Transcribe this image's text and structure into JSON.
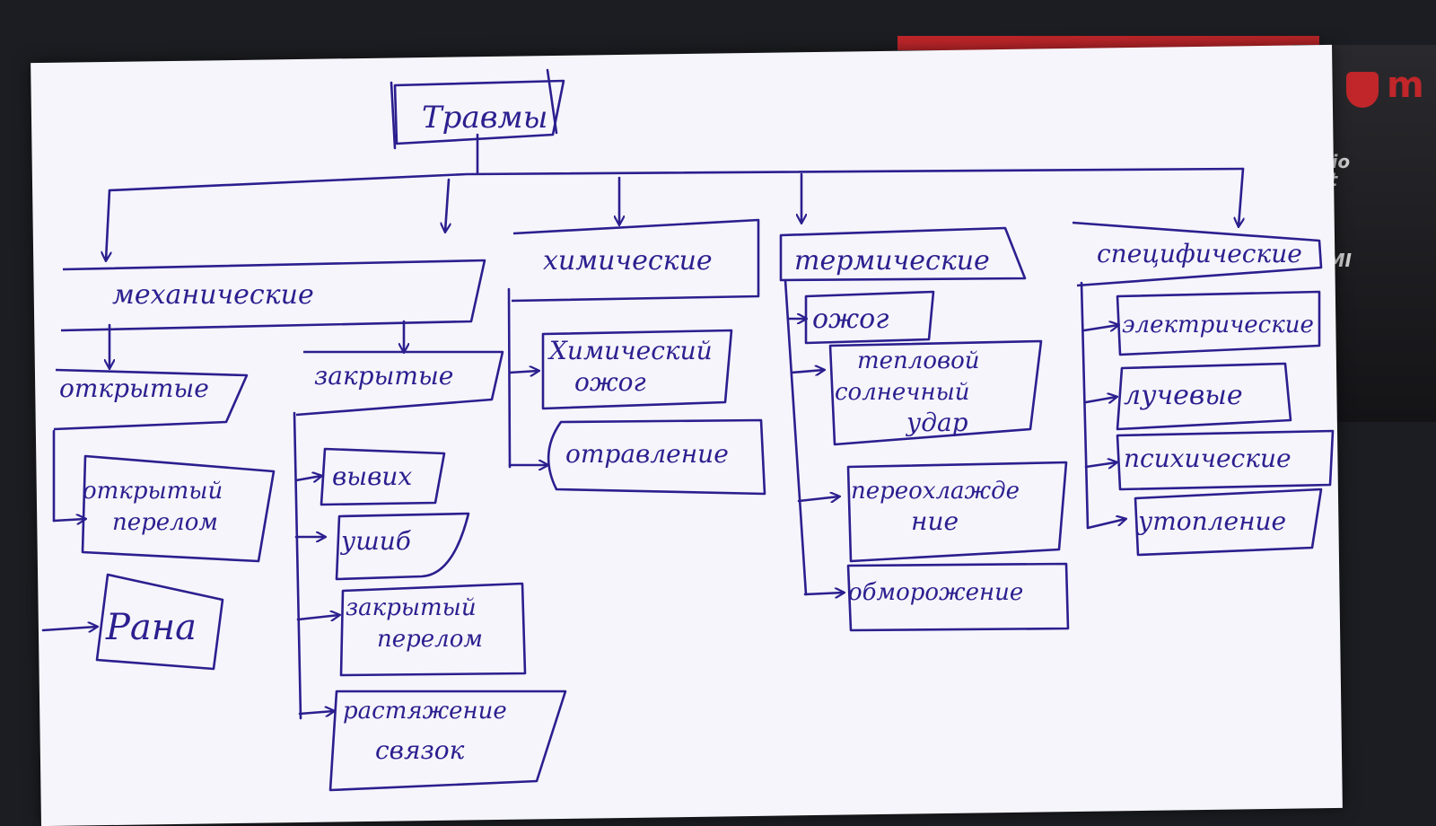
{
  "background": {
    "brand_text": "m",
    "badge_audio": "udio\nost",
    "badge_hdmi": "DMI"
  },
  "nodes": {
    "root": "Травмы",
    "mechanical": "механические",
    "open": "открытые",
    "closed": "закрытые",
    "open_fracture_1": "открытый",
    "open_fracture_2": "перелом",
    "wound": "Рана",
    "dislocation": "вывих",
    "bruise": "ушиб",
    "closed_fracture_1": "закрытый",
    "closed_fracture_2": "перелом",
    "sprain_1": "растяжение",
    "sprain_2": "связок",
    "chemical": "химические",
    "chem_burn_1": "Химический",
    "chem_burn_2": "ожог",
    "poisoning": "отравление",
    "thermal": "термические",
    "burn": "ожог",
    "heatstroke_1": "тепловой",
    "heatstroke_2": "солнечный",
    "heatstroke_3": "удар",
    "overheat_1": "переохлажде",
    "overheat_2": "ние",
    "frostbite": "обморожение",
    "specific": "специфические",
    "electric": "электрические",
    "radiation": "лучевые",
    "psychic": "психические",
    "drowning": "утопление"
  },
  "colors": {
    "ink": "#2b1f8f",
    "paper": "#f6f5fb",
    "desk": "#1c1d22",
    "brand": "#c0262a"
  }
}
